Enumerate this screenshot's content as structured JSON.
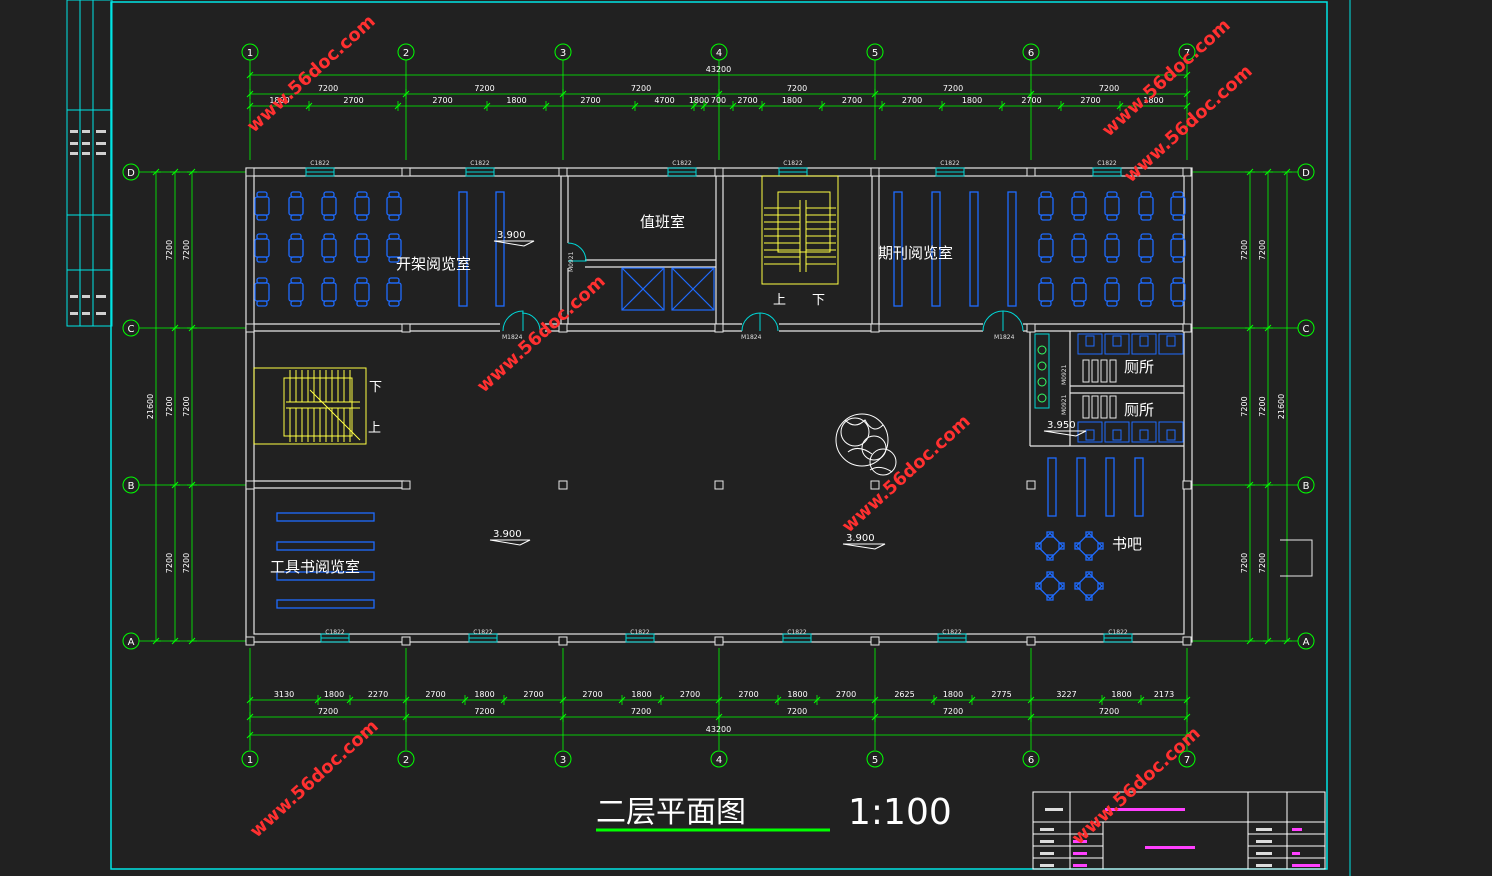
{
  "drawing": {
    "title": "二层平面图",
    "scale": "1:100",
    "colors": {
      "background": "#212121",
      "border": "#00e5e5",
      "walls": "#e6e6e6",
      "grid": "#00ff00",
      "dim_text": "#ffffff",
      "furniture": "#1e6bff",
      "stair": "#ffff44",
      "window": "#00d6d6",
      "watermark": "#ff3030",
      "title_block_text": "#ff40ff"
    }
  },
  "axes": {
    "columns": [
      "1",
      "2",
      "3",
      "4",
      "5",
      "6",
      "7"
    ],
    "rows": [
      "D",
      "C",
      "B",
      "A"
    ]
  },
  "dims_top": {
    "total": "43200",
    "bays": [
      "7200",
      "7200",
      "7200",
      "7200",
      "7200",
      "7200"
    ],
    "segments": [
      "1800",
      "2700",
      "2700",
      "1800",
      "2700",
      "4700",
      "1800",
      "700",
      "2700",
      "1800",
      "2700",
      "2700",
      "1800",
      "2700",
      "2700",
      "1800"
    ]
  },
  "dims_bottom": {
    "total": "43200",
    "bays": [
      "7200",
      "7200",
      "7200",
      "7200",
      "7200",
      "7200"
    ],
    "segments": [
      "3130",
      "1800",
      "2270",
      "2700",
      "1800",
      "2700",
      "2700",
      "1800",
      "2700",
      "2700",
      "1800",
      "2700",
      "2625",
      "1800",
      "2775",
      "3227",
      "1800",
      "2173"
    ]
  },
  "dims_side": {
    "total": "21600",
    "bays": [
      "7200",
      "7200",
      "7200"
    ]
  },
  "rooms": {
    "open_reading": "开架阅览室",
    "duty": "值班室",
    "periodical": "期刊阅览室",
    "reference": "工具书阅览室",
    "toilet_1": "厕所",
    "toilet_2": "厕所",
    "book_bar": "书吧"
  },
  "stairs": {
    "up": "上",
    "down": "下"
  },
  "elevations": {
    "e1": "3.900",
    "e2": "3.900",
    "e3": "3.900",
    "e4": "3.950"
  },
  "tags": {
    "window": "C1822",
    "door_1": "M1824",
    "door_2": "M0921"
  },
  "watermark": "www.56doc.com"
}
